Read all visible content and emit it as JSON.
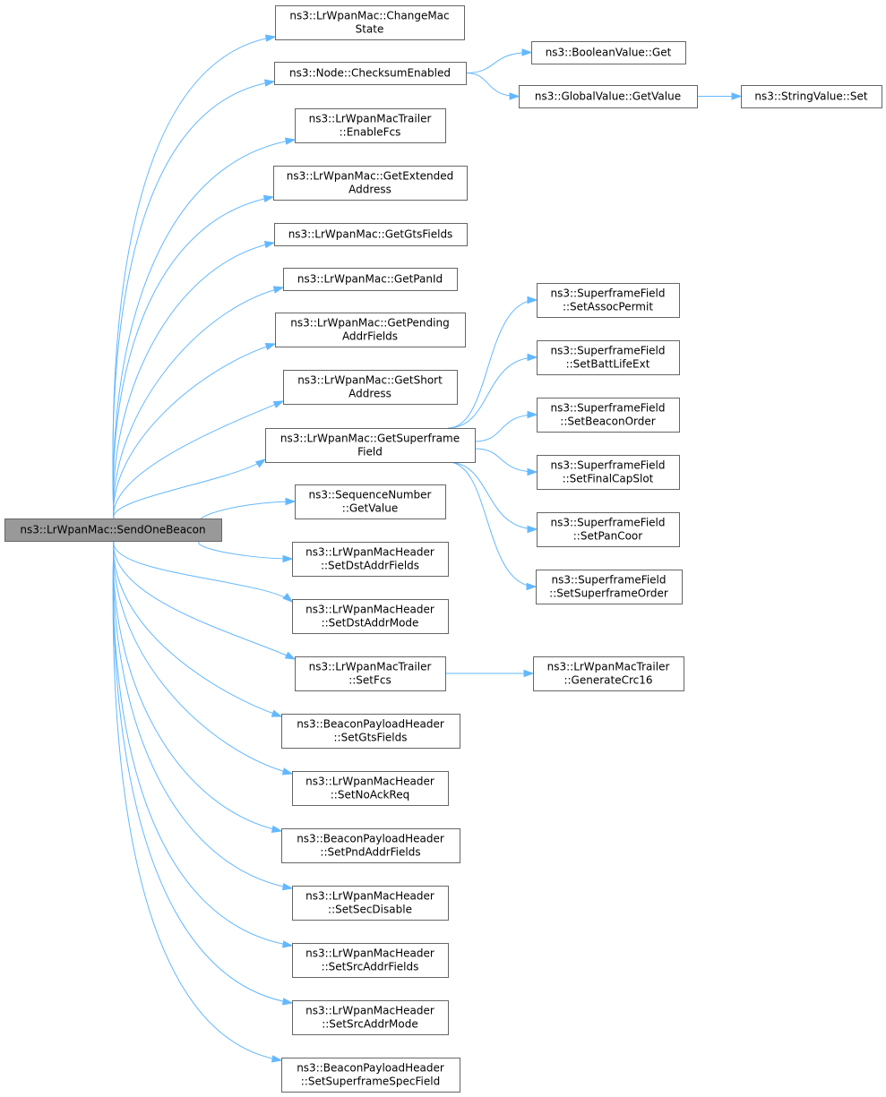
{
  "root": {
    "lines": [
      "ns3::LrWpanMac::SendOneBeacon"
    ]
  },
  "callees": [
    {
      "id": "change-mac-state",
      "lines": [
        "ns3::LrWpanMac::ChangeMac",
        "State"
      ]
    },
    {
      "id": "checksum-enabled",
      "lines": [
        "ns3::Node::ChecksumEnabled"
      ]
    },
    {
      "id": "enable-fcs",
      "lines": [
        "ns3::LrWpanMacTrailer",
        "::EnableFcs"
      ]
    },
    {
      "id": "get-extended-address",
      "lines": [
        "ns3::LrWpanMac::GetExtended",
        "Address"
      ]
    },
    {
      "id": "get-gts-fields",
      "lines": [
        "ns3::LrWpanMac::GetGtsFields"
      ]
    },
    {
      "id": "get-pan-id",
      "lines": [
        "ns3::LrWpanMac::GetPanId"
      ]
    },
    {
      "id": "get-pending-addr-fields",
      "lines": [
        "ns3::LrWpanMac::GetPending",
        "AddrFields"
      ]
    },
    {
      "id": "get-short-address",
      "lines": [
        "ns3::LrWpanMac::GetShort",
        "Address"
      ]
    },
    {
      "id": "get-superframe-field",
      "lines": [
        "ns3::LrWpanMac::GetSuperframe",
        "Field"
      ]
    },
    {
      "id": "sequence-number-get-value",
      "lines": [
        "ns3::SequenceNumber",
        "::GetValue"
      ]
    },
    {
      "id": "set-dst-addr-fields",
      "lines": [
        "ns3::LrWpanMacHeader",
        "::SetDstAddrFields"
      ]
    },
    {
      "id": "set-dst-addr-mode",
      "lines": [
        "ns3::LrWpanMacHeader",
        "::SetDstAddrMode"
      ]
    },
    {
      "id": "set-fcs",
      "lines": [
        "ns3::LrWpanMacTrailer",
        "::SetFcs"
      ]
    },
    {
      "id": "set-gts-fields",
      "lines": [
        "ns3::BeaconPayloadHeader",
        "::SetGtsFields"
      ]
    },
    {
      "id": "set-no-ack-req",
      "lines": [
        "ns3::LrWpanMacHeader",
        "::SetNoAckReq"
      ]
    },
    {
      "id": "set-pnd-addr-fields",
      "lines": [
        "ns3::BeaconPayloadHeader",
        "::SetPndAddrFields"
      ]
    },
    {
      "id": "set-sec-disable",
      "lines": [
        "ns3::LrWpanMacHeader",
        "::SetSecDisable"
      ]
    },
    {
      "id": "set-src-addr-fields",
      "lines": [
        "ns3::LrWpanMacHeader",
        "::SetSrcAddrFields"
      ]
    },
    {
      "id": "set-src-addr-mode",
      "lines": [
        "ns3::LrWpanMacHeader",
        "::SetSrcAddrMode"
      ]
    },
    {
      "id": "set-superframe-spec-field",
      "lines": [
        "ns3::BeaconPayloadHeader",
        "::SetSuperframeSpecField"
      ]
    }
  ],
  "secondary": [
    {
      "id": "boolean-value-get",
      "lines": [
        "ns3::BooleanValue::Get"
      ]
    },
    {
      "id": "global-value-get-value",
      "lines": [
        "ns3::GlobalValue::GetValue"
      ]
    },
    {
      "id": "string-value-set",
      "lines": [
        "ns3::StringValue::Set"
      ]
    },
    {
      "id": "set-assoc-permit",
      "lines": [
        "ns3::SuperframeField",
        "::SetAssocPermit"
      ]
    },
    {
      "id": "set-batt-life-ext",
      "lines": [
        "ns3::SuperframeField",
        "::SetBattLifeExt"
      ]
    },
    {
      "id": "set-beacon-order",
      "lines": [
        "ns3::SuperframeField",
        "::SetBeaconOrder"
      ]
    },
    {
      "id": "set-final-cap-slot",
      "lines": [
        "ns3::SuperframeField",
        "::SetFinalCapSlot"
      ]
    },
    {
      "id": "set-pan-coor",
      "lines": [
        "ns3::SuperframeField",
        "::SetPanCoor"
      ]
    },
    {
      "id": "set-superframe-order",
      "lines": [
        "ns3::SuperframeField",
        "::SetSuperframeOrder"
      ]
    },
    {
      "id": "generate-crc16",
      "lines": [
        "ns3::LrWpanMacTrailer",
        "::GenerateCrc16"
      ]
    }
  ],
  "edges": [
    {
      "from": "checksum-enabled",
      "to": "boolean-value-get"
    },
    {
      "from": "checksum-enabled",
      "to": "global-value-get-value"
    },
    {
      "from": "global-value-get-value",
      "to": "string-value-set"
    },
    {
      "from": "get-superframe-field",
      "to": "set-assoc-permit"
    },
    {
      "from": "get-superframe-field",
      "to": "set-batt-life-ext"
    },
    {
      "from": "get-superframe-field",
      "to": "set-beacon-order"
    },
    {
      "from": "get-superframe-field",
      "to": "set-final-cap-slot"
    },
    {
      "from": "get-superframe-field",
      "to": "set-pan-coor"
    },
    {
      "from": "get-superframe-field",
      "to": "set-superframe-order"
    },
    {
      "from": "set-fcs",
      "to": "generate-crc16"
    }
  ],
  "colors": {
    "edge": "#63b8ff",
    "root_fill": "#999999",
    "node_border": "#666666",
    "node_fill": "#ffffff"
  }
}
